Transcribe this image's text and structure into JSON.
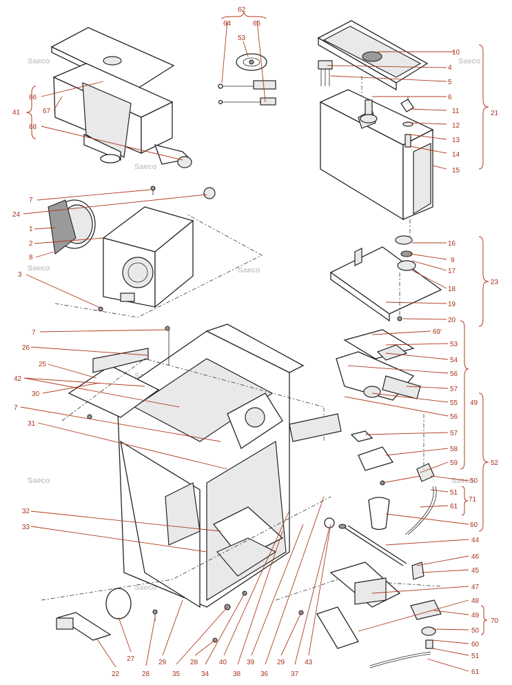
{
  "watermark": "Saeco",
  "labels": [
    "62",
    "64",
    "65",
    "53",
    "10",
    "4",
    "5",
    "6",
    "11",
    "12",
    "13",
    "14",
    "15",
    "21",
    "66",
    "41",
    "67",
    "68",
    "7",
    "24",
    "1",
    "2",
    "8",
    "3",
    "16",
    "9",
    "17",
    "18",
    "23",
    "19",
    "20",
    "7",
    "26",
    "25",
    "42",
    "30",
    "7",
    "31",
    "69'",
    "53",
    "54",
    "56",
    "57",
    "55",
    "56",
    "49",
    "57",
    "58",
    "59",
    "50",
    "51",
    "71",
    "61",
    "52",
    "60",
    "32",
    "33",
    "44",
    "46",
    "45",
    "47",
    "48",
    "49",
    "70",
    "50",
    "60",
    "51",
    "61",
    "22",
    "27",
    "28",
    "29",
    "35",
    "28",
    "34",
    "40",
    "38",
    "39",
    "36",
    "29",
    "37",
    "43"
  ],
  "colors": {
    "label": "#a8321a",
    "leader": "#b03a1a",
    "line": "#222222"
  }
}
